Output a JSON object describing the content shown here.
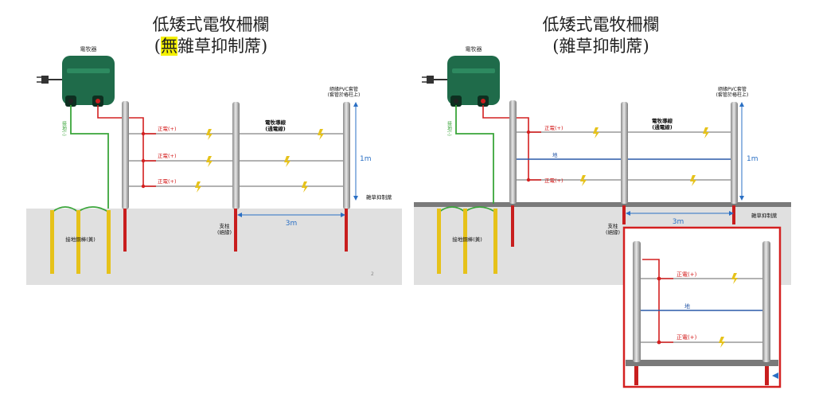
{
  "left_panel": {
    "title_line1": "低矮式電牧柵欄",
    "title_line2_open": "(",
    "title_line2_highlight": "無",
    "title_line2_rest": "雜草抑制蓆)",
    "energizer_label": "電牧器",
    "ground_wire_label": "接地(-)",
    "live_label_1": "正電(+)",
    "live_label_2": "正電(+)",
    "live_label_3": "正電(+)",
    "fence_wire_label": "電牧導線\n(通電線)",
    "insulator_label": "絕緣PVC套管\n(套管於樁柱上)",
    "height_label": "1m",
    "weed_mat_label": "雜草抑制蓆",
    "post_label": "支柱\n(絕緣)",
    "spacing_label": "3m",
    "ground_rod_label": "接地銅棒(黃)",
    "page_number": "2"
  },
  "right_panel": {
    "title_line1": "低矮式電牧柵欄",
    "title_line2": "(雜草抑制蓆)",
    "energizer_label": "電牧器",
    "ground_wire_label": "接地(-)",
    "live_label_1": "正電(+)",
    "neutral_label": "地",
    "live_label_3": "正電(+)",
    "fence_wire_label": "電牧導線\n(通電線)",
    "insulator_label": "絕緣PVC套管\n(套管於樁柱上)",
    "height_label": "1m",
    "weed_mat_label": "雜草抑制蓆",
    "post_label": "支柱\n(絕緣)",
    "spacing_label": "3m",
    "ground_rod_label": "接地銅棒(黃)",
    "inset_live_label_1": "正電(+)",
    "inset_neutral_label": "地",
    "inset_live_label_2": "正電(+)"
  },
  "colors": {
    "ground_fill": "#e0e0e0",
    "weed_mat": "#7a7a7a",
    "live_wire": "#d42020",
    "ground_wire": "#3aa53a",
    "neutral_wire": "#2a5aa8",
    "energizer": "#1f6b4a",
    "rod": "#e6c21a",
    "post_base": "#c81e1e",
    "dimension": "#2a6fc4"
  }
}
